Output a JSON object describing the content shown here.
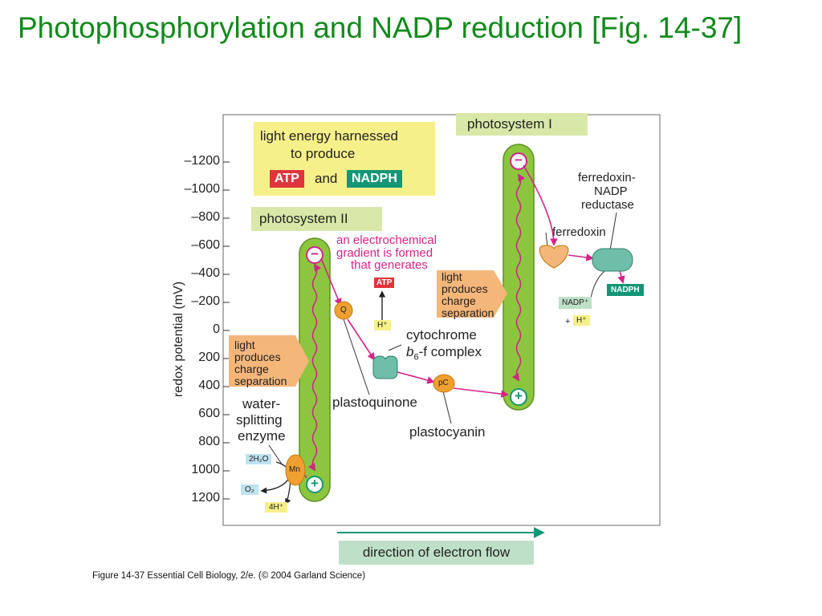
{
  "slide": {
    "title": "Photophosphorylation and NADP reduction [Fig. 14-37]",
    "caption": "Figure 14-37  Essential Cell Biology, 2/e. (© 2004 Garland Science)"
  },
  "axis": {
    "label": "redox potential (mV)",
    "ticks": [
      "–1200",
      "–1000",
      "–800",
      "–600",
      "–400",
      "–200",
      "0",
      "200",
      "400",
      "600",
      "800",
      "1000",
      "1200"
    ]
  },
  "legend": {
    "line1": "light energy harnessed",
    "line2": "to produce",
    "atp": "ATP",
    "and": "and",
    "nadph": "NADPH"
  },
  "photosystem2": {
    "label": "photosystem II"
  },
  "photosystem1": {
    "label": "photosystem I"
  },
  "gradient": {
    "line1": "an electrochemical",
    "line2": "gradient is formed",
    "line3": "that generates",
    "atp": "ATP",
    "h": "H⁺"
  },
  "charge_ps2": {
    "line1": "light",
    "line2": "produces",
    "line3": "charge",
    "line4": "separation"
  },
  "charge_ps1": {
    "line1": "light",
    "line2": "produces",
    "line3": "charge",
    "line4": "separation"
  },
  "water": {
    "line1": "water-",
    "line2": "splitting",
    "line3": "enzyme",
    "h2o": "2H₂O",
    "mn": "Mn",
    "o2": "O₂",
    "h4": "4H⁺"
  },
  "carriers": {
    "q": "Q",
    "plastoquinone": "plastoquinone",
    "cyto_line1": "cytochrome",
    "cyto_b": "b",
    "cyto_sub": "6",
    "cyto_rest": "-f complex",
    "pc": "pC",
    "plastocyanin": "plastocyanin",
    "ferredoxin": "ferredoxin",
    "fnr_line1": "ferredoxin-",
    "fnr_line2": "NADP",
    "fnr_line3": "reductase",
    "nadp": "NADP⁺",
    "plus_h": "+",
    "h": "H⁺",
    "nadph": "NADPH"
  },
  "signs": {
    "minus": "−",
    "plus": "+"
  },
  "flow": {
    "label": "direction of electron flow"
  },
  "colors": {
    "title_green": "#118a1a",
    "panel_border": "#9a9a9a",
    "photosystem_fill": "#8cc63f",
    "label_green_bg": "#d8e8a8",
    "legend_yellow": "#f6f08a",
    "atp_red": "#e0343c",
    "nadph_teal": "#139676",
    "charge_orange": "#f5b67a",
    "magenta_arrow": "#d4238a",
    "carrier_orange": "#f0a030",
    "flow_bg": "#bfe0c8"
  }
}
